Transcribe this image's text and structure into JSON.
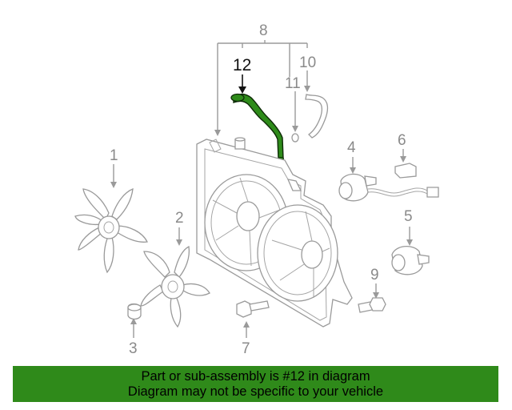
{
  "callouts": {
    "c1": "1",
    "c2": "2",
    "c3": "3",
    "c4": "4",
    "c5": "5",
    "c6": "6",
    "c7": "7",
    "c8": "8",
    "c9": "9",
    "c10": "10",
    "c11": "11",
    "c12": "12"
  },
  "colors": {
    "highlight_part": "#2e8b1a",
    "banner": "#2f8a1a",
    "line_art": "#9a9a9a"
  },
  "footer": {
    "line1": "Part or sub-assembly is #12 in diagram",
    "line2": "Diagram may not be specific to your vehicle"
  }
}
